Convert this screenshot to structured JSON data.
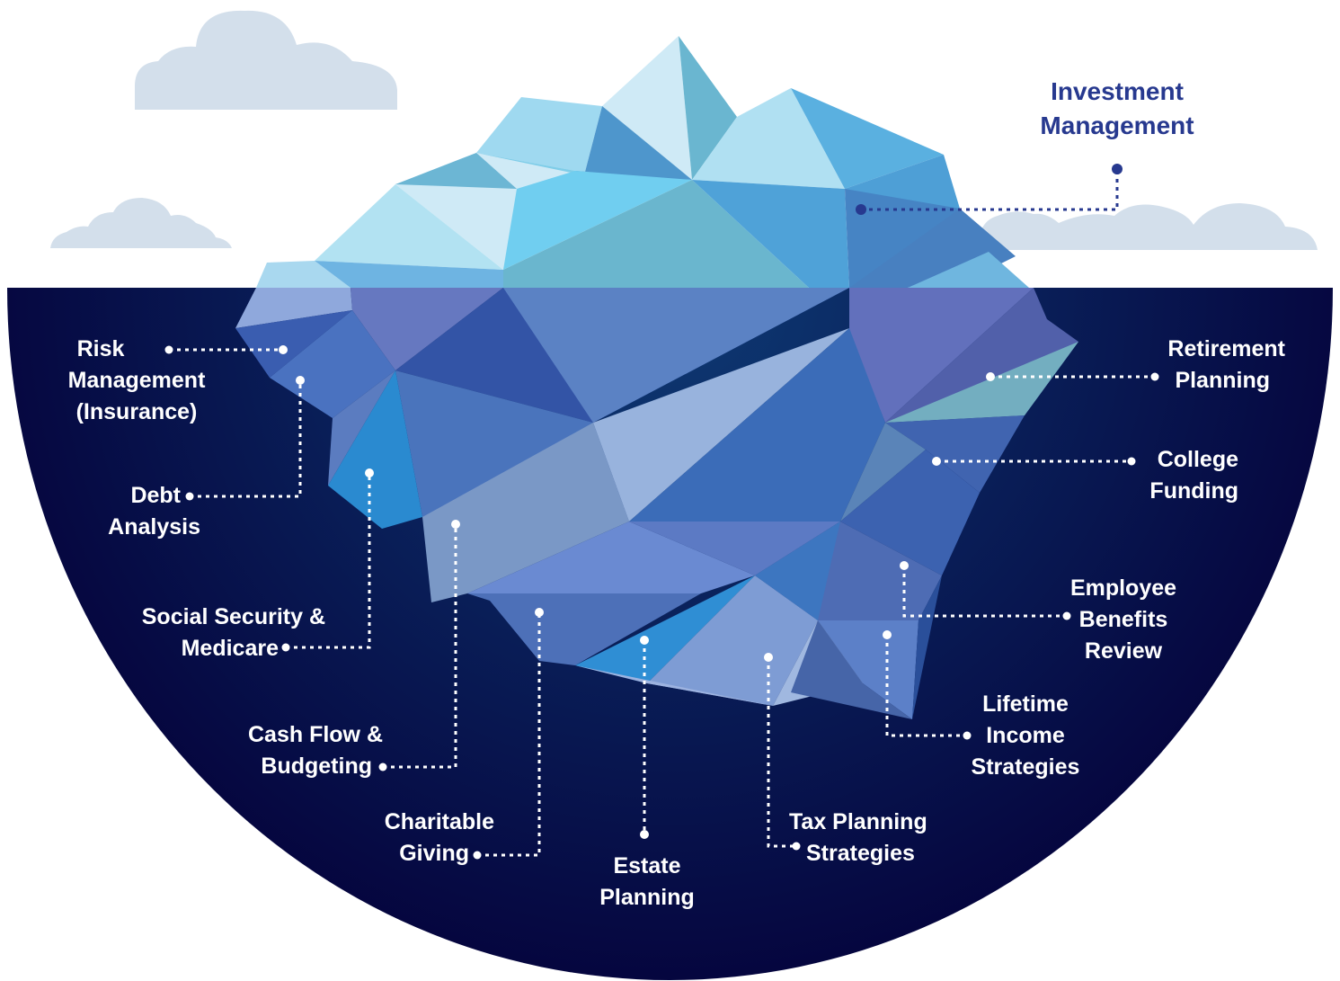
{
  "colors": {
    "water_top": "#0e3a74",
    "water_bottom": "#05053e",
    "cloud": "#d3dfeb",
    "title_text": "#27398f",
    "label_text": "#ffffff",
    "connector_above": "#27398f",
    "connector_below": "#ffffff"
  },
  "labels": {
    "investment_management": {
      "l1": "Investment",
      "l2": "Management"
    },
    "risk_management": {
      "l1": "Risk",
      "l2": "Management",
      "l3": "(Insurance)"
    },
    "debt_analysis": {
      "l1": "Debt",
      "l2": "Analysis"
    },
    "social_security": {
      "l1": "Social Security &",
      "l2": "Medicare"
    },
    "cash_flow": {
      "l1": "Cash Flow &",
      "l2": "Budgeting"
    },
    "charitable_giving": {
      "l1": "Charitable",
      "l2": "Giving"
    },
    "estate_planning": {
      "l1": "Estate",
      "l2": "Planning"
    },
    "tax_planning": {
      "l1": "Tax Planning",
      "l2": "Strategies"
    },
    "lifetime_income": {
      "l1": "Lifetime",
      "l2": "Income",
      "l3": "Strategies"
    },
    "employee_benefits": {
      "l1": "Employee",
      "l2": "Benefits",
      "l3": "Review"
    },
    "college_funding": {
      "l1": "College",
      "l2": "Funding"
    },
    "retirement_planning": {
      "l1": "Retirement",
      "l2": "Planning"
    }
  }
}
